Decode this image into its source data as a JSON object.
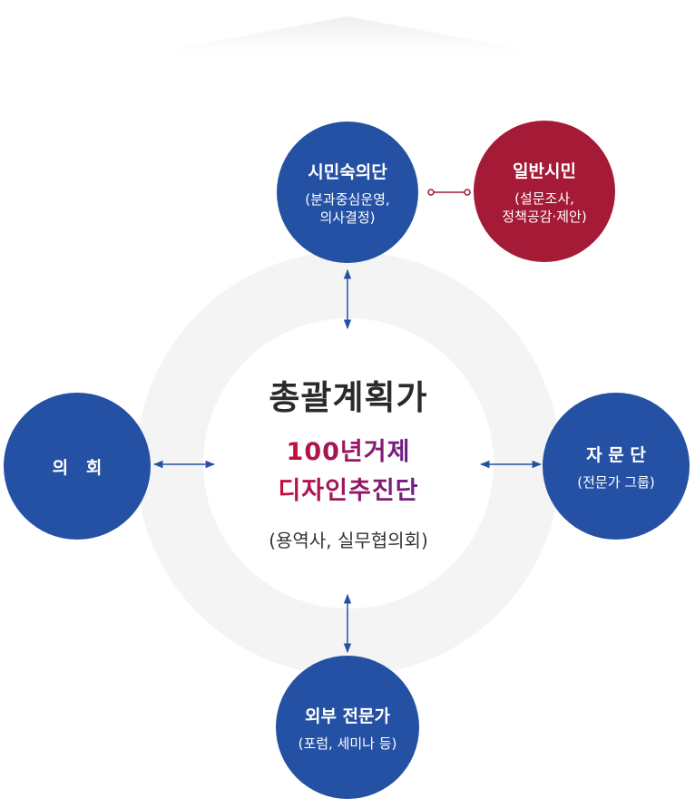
{
  "center": {
    "title": "총괄계획가",
    "subtitle_line1": "100년거제",
    "subtitle_line2": "디자인추진단",
    "note": "(용역사, 실무협의회)"
  },
  "nodes": {
    "citizen_council": {
      "title": "시민숙의단",
      "desc_line1": "(분과중심운영,",
      "desc_line2": "의사결정)"
    },
    "general_citizen": {
      "title": "일반시민",
      "desc_line1": "(설문조사,",
      "desc_line2": "정책공감·제안)"
    },
    "assembly": {
      "title": "의   회"
    },
    "advisory": {
      "title": "자 문 단",
      "desc_line1": "(전문가 그룹)"
    },
    "external": {
      "title": "외부 전문가",
      "desc_line1": "(포럼, 세미나 등)"
    }
  },
  "colors": {
    "blue": "#2551a4",
    "red": "#a51a36",
    "gradient_start": "#c6103a",
    "gradient_end": "#6a1e87"
  }
}
